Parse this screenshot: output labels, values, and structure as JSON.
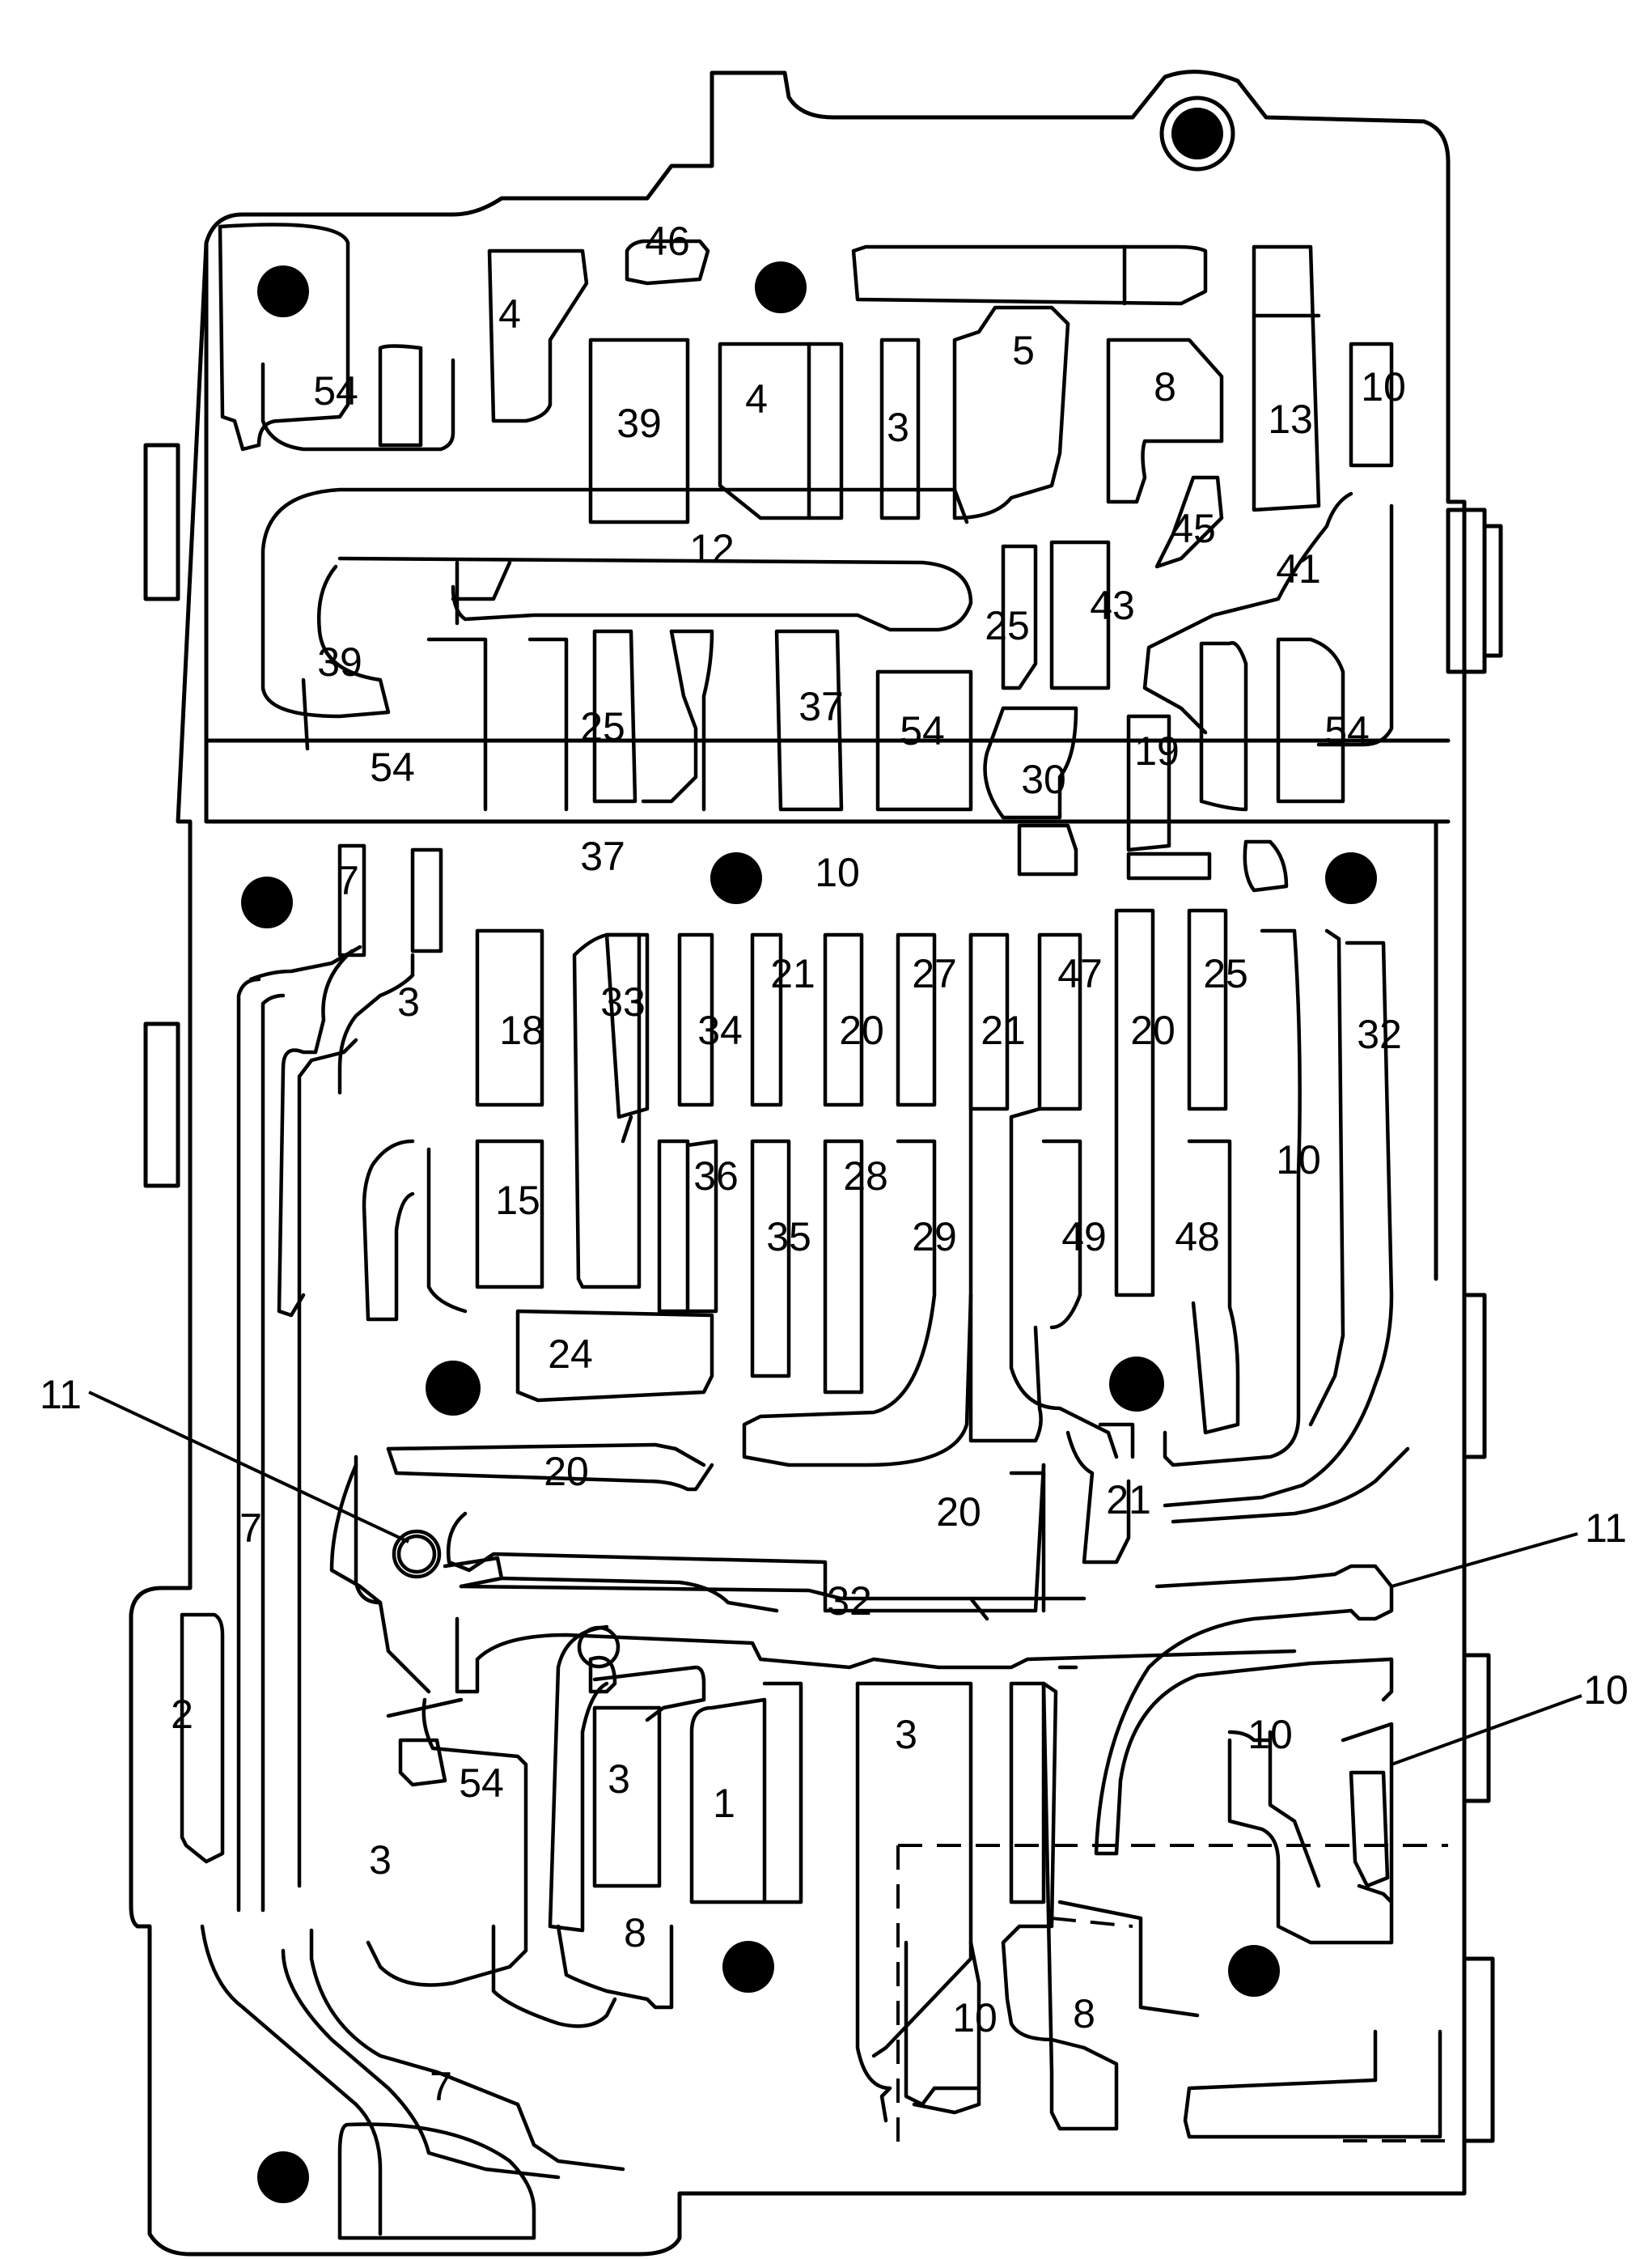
{
  "diagram": {
    "colors": {
      "line": "#000000",
      "background": "#ffffff"
    },
    "passage_labels": [
      "46",
      "4",
      "54",
      "39",
      "4",
      "3",
      "5",
      "8",
      "13",
      "10",
      "12",
      "45",
      "41",
      "25",
      "43",
      "39",
      "37",
      "54",
      "54",
      "25",
      "30",
      "19",
      "54",
      "37",
      "10",
      "7",
      "3",
      "18",
      "33",
      "34",
      "21",
      "20",
      "27",
      "21",
      "47",
      "20",
      "25",
      "32",
      "15",
      "36",
      "35",
      "28",
      "29",
      "49",
      "48",
      "10",
      "24",
      "20",
      "20",
      "21",
      "32",
      "7",
      "2",
      "54",
      "3",
      "1",
      "3",
      "10",
      "3",
      "8",
      "10",
      "8",
      "7"
    ],
    "callouts": [
      {
        "id": "callout-11-left",
        "label": "11"
      },
      {
        "id": "callout-11-right",
        "label": "11"
      },
      {
        "id": "callout-10-right",
        "label": "10"
      }
    ]
  }
}
